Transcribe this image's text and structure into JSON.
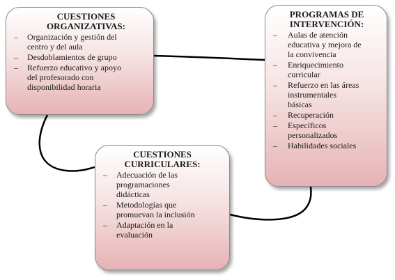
{
  "boxes": {
    "organizativas": {
      "title": "CUESTIONES\nORGANIZATIVAS:",
      "items": [
        "Organización y gestión del\ncentro y del aula",
        "Desdoblamientos de grupo",
        "Refuerzo educativo y apoyo\ndel profesorado con\ndisponibilidad horaria"
      ]
    },
    "programas": {
      "title": "PROGRAMAS DE\nINTERVENCIÓN:",
      "items": [
        "Aulas de atención\neducativa y mejora de\nla convivencia",
        "Enriquecimiento\ncurricular",
        "Refuerzo en las áreas\ninstrumentales\nbásicas",
        "Recuperación",
        "Específicos\npersonalizados",
        "Habilidades sociales"
      ]
    },
    "curriculares": {
      "title": "CUESTIONES\nCURRICULARES:",
      "items": [
        "Adecuación de las\nprogramaciones\ndidácticas",
        "Metodologías que\npromuevan la inclusión",
        "Adaptación en la\nevaluación"
      ]
    }
  },
  "colors": {
    "box_border": "#8a8a8a",
    "box_fill_top": "#ffffff",
    "box_fill_bottom": "#e6b3b5",
    "connector": "#000000"
  }
}
